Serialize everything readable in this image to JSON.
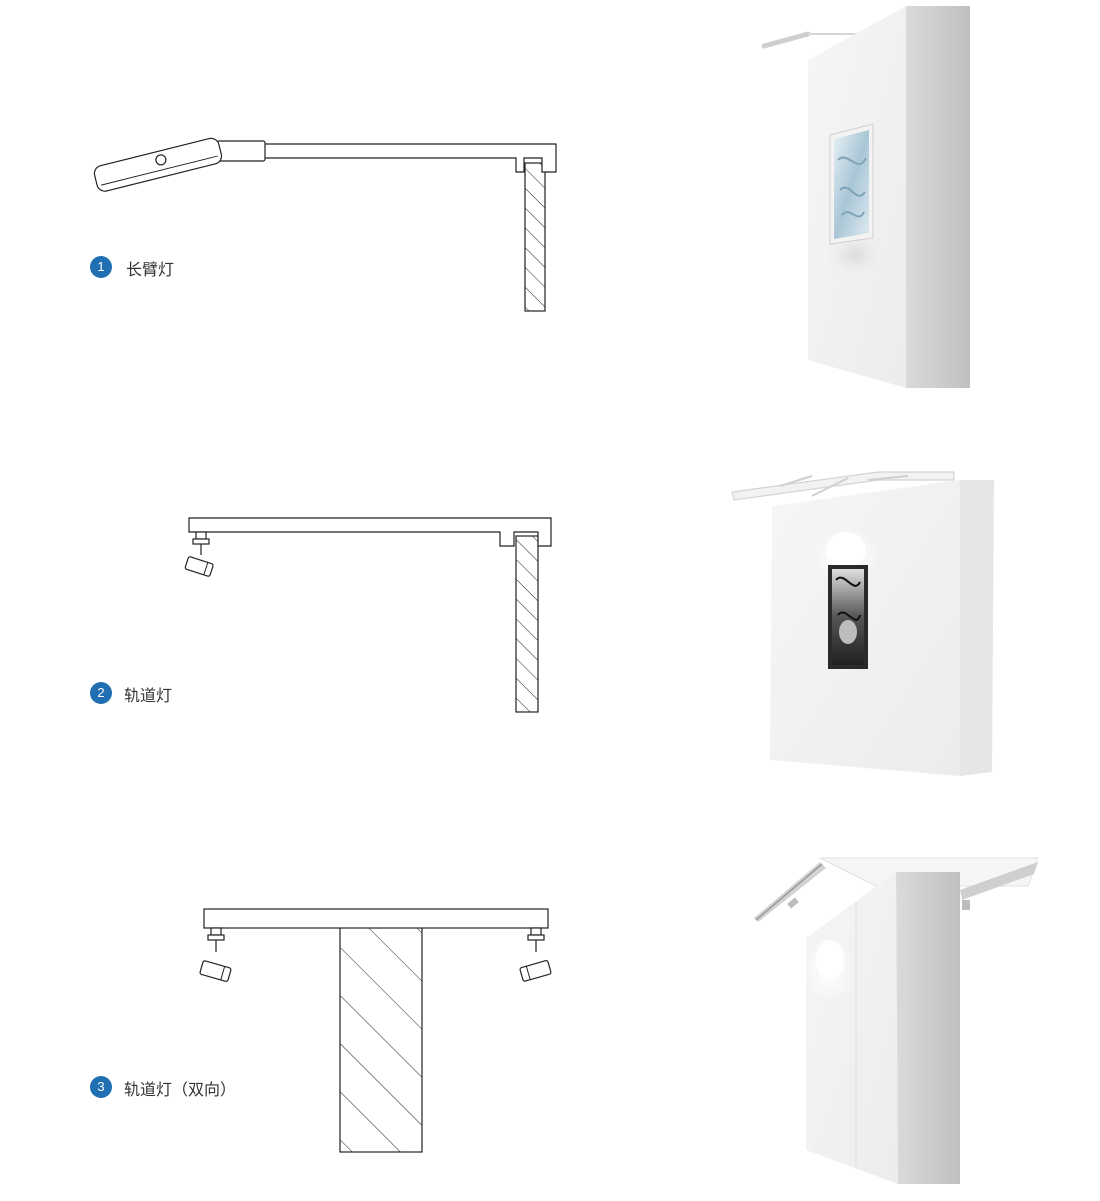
{
  "items": [
    {
      "number": "1",
      "label": "长臂灯"
    },
    {
      "number": "2",
      "label": "轨道灯"
    },
    {
      "number": "3",
      "label": "轨道灯（双向）"
    }
  ],
  "colors": {
    "badge": "#1f6fb2",
    "line": "#222222",
    "wall_light": "#f4f4f4",
    "wall_side": "#c9cacc"
  }
}
